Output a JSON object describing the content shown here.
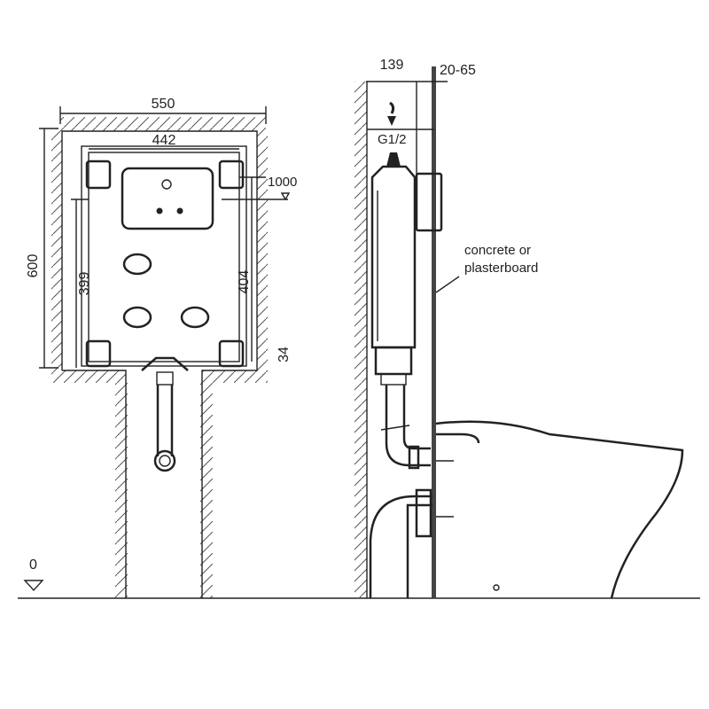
{
  "front_view": {
    "dimensions": {
      "outer_width": "550",
      "frame_width": "442",
      "flush_height": "1000",
      "overall_height": "600",
      "inner_height_left": "399",
      "inner_height_right": "404",
      "bottom_offset": "34",
      "floor_level": "0"
    }
  },
  "side_view": {
    "dimensions": {
      "depth": "139",
      "wall_finish": "20-65"
    },
    "connection_label": "G1/2",
    "wall_label_line1": "concrete or",
    "wall_label_line2": "plasterboard"
  }
}
